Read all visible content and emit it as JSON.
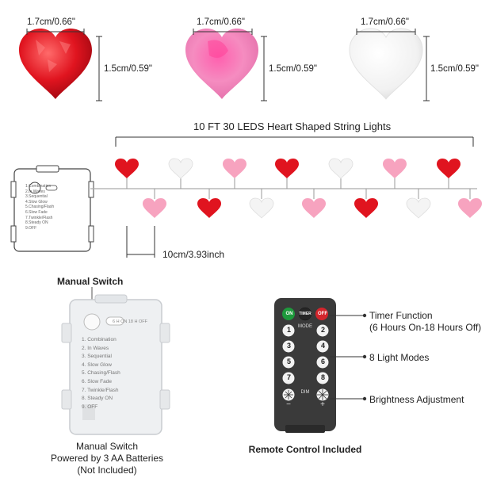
{
  "dimensions": {
    "width": "1.7cm/0.66\"",
    "height": "1.5cm/0.59\""
  },
  "string": {
    "title": "10 FT 30 LEDS Heart Shaped String Lights",
    "spacing": "10cm/3.93inch"
  },
  "small_box_modes": [
    "1.Combination",
    "2.In Waves",
    "3.Sequential",
    "4.Slow Glow",
    "5.Chasing/Flash",
    "6.Slow Fade",
    "7.Twinkle/Flash",
    "8.Steady ON",
    "9.OFF"
  ],
  "battery_box": {
    "heading": "Manual Switch",
    "switch_text": "6 H ON 18 H OFF",
    "modes": [
      "1. Combination",
      "2. In Waves",
      "3. Sequential",
      "4. Slow Glow",
      "5. Chasing/Flash",
      "6. Slow Fade",
      "7. Twinkle/Flash",
      "8. Steady ON",
      "9. OFF"
    ],
    "caption": [
      "Manual Switch",
      "Powered by 3 AA Batteries",
      "(Not Included)"
    ]
  },
  "remote": {
    "on_label": "ON",
    "timer_label": "TIMER",
    "off_label": "OFF",
    "mode_label": "MODE",
    "dim_label": "DIM",
    "minus_label": "−",
    "plus_label": "+",
    "number_keys": [
      "1",
      "2",
      "3",
      "4",
      "5",
      "6",
      "7",
      "8"
    ],
    "caption": "Remote Control Included",
    "callouts": {
      "timer": [
        "Timer Function",
        "(6 Hours On-18 Hours Off)"
      ],
      "modes": "8 Light Modes",
      "brightness": "Brightness Adjustment"
    }
  },
  "colors": {
    "red": "#e0141f",
    "pink": "#f7a3bf",
    "white": "#f4f4f4",
    "remote_body": "#3a3a3a",
    "on_green": "#1e9a3c",
    "off_red": "#d3252c"
  }
}
